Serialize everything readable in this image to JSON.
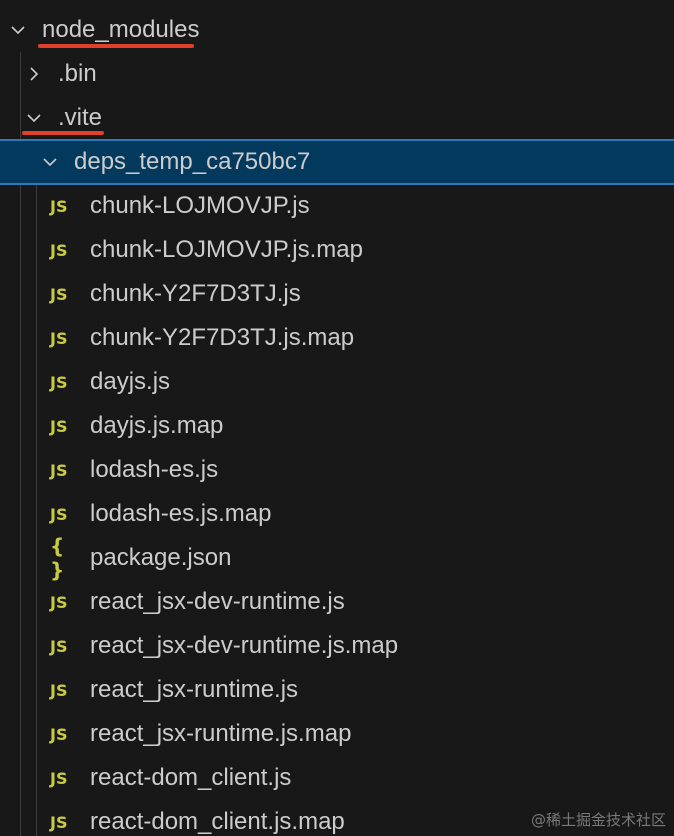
{
  "tree": {
    "root_folder": "node_modules",
    "bin_folder": ".bin",
    "vite_folder": ".vite",
    "deps_folder": "deps_temp_ca750bc7",
    "js_badge": "JS",
    "json_badge": "{ }",
    "files": [
      {
        "name": "chunk-LOJMOVJP.js",
        "type": "js"
      },
      {
        "name": "chunk-LOJMOVJP.js.map",
        "type": "js"
      },
      {
        "name": "chunk-Y2F7D3TJ.js",
        "type": "js"
      },
      {
        "name": "chunk-Y2F7D3TJ.js.map",
        "type": "js"
      },
      {
        "name": "dayjs.js",
        "type": "js"
      },
      {
        "name": "dayjs.js.map",
        "type": "js"
      },
      {
        "name": "lodash-es.js",
        "type": "js"
      },
      {
        "name": "lodash-es.js.map",
        "type": "js"
      },
      {
        "name": "package.json",
        "type": "json"
      },
      {
        "name": "react_jsx-dev-runtime.js",
        "type": "js"
      },
      {
        "name": "react_jsx-dev-runtime.js.map",
        "type": "js"
      },
      {
        "name": "react_jsx-runtime.js",
        "type": "js"
      },
      {
        "name": "react_jsx-runtime.js.map",
        "type": "js"
      },
      {
        "name": "react-dom_client.js",
        "type": "js"
      },
      {
        "name": "react-dom_client.js.map",
        "type": "js"
      }
    ]
  },
  "watermark": "@稀土掘金技术社区",
  "colors": {
    "background": "#181818",
    "selection": "#04395e",
    "selection_border": "#2b79b9",
    "annotation_underline": "#e2402a",
    "js_badge": "#cbcb41"
  }
}
